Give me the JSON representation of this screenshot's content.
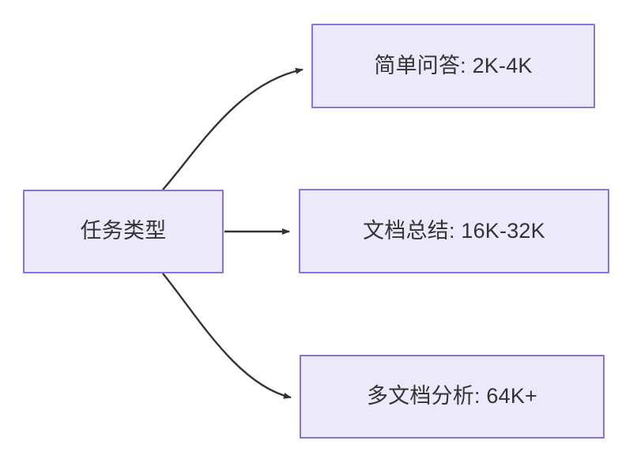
{
  "diagram": {
    "title": "",
    "type": "flowchart",
    "direction": "left-to-right",
    "background_color": "#ffffff",
    "node_fill_color": "#ece9fb",
    "node_border_color": "#8d70d8",
    "node_text_color": "#333333",
    "edge_color": "#333333",
    "source": {
      "id": "task-type",
      "label": "任务类型"
    },
    "targets": [
      {
        "id": "simple-qa",
        "label": "简单问答: 2K-4K",
        "category": "简单问答",
        "range": "2K-4K"
      },
      {
        "id": "doc-summary",
        "label": "文档总结: 16K-32K",
        "category": "文档总结",
        "range": "16K-32K"
      },
      {
        "id": "multi-doc-analysis",
        "label": "多文档分析: 64K+",
        "category": "多文档分析",
        "range": "64K+"
      }
    ],
    "edges": [
      {
        "id": "edge-1",
        "from": "task-type",
        "to": "simple-qa",
        "label": "",
        "style": "curved-arrow"
      },
      {
        "id": "edge-2",
        "from": "task-type",
        "to": "doc-summary",
        "label": "",
        "style": "straight-arrow"
      },
      {
        "id": "edge-3",
        "from": "task-type",
        "to": "multi-doc-analysis",
        "label": "",
        "style": "curved-arrow"
      }
    ]
  }
}
